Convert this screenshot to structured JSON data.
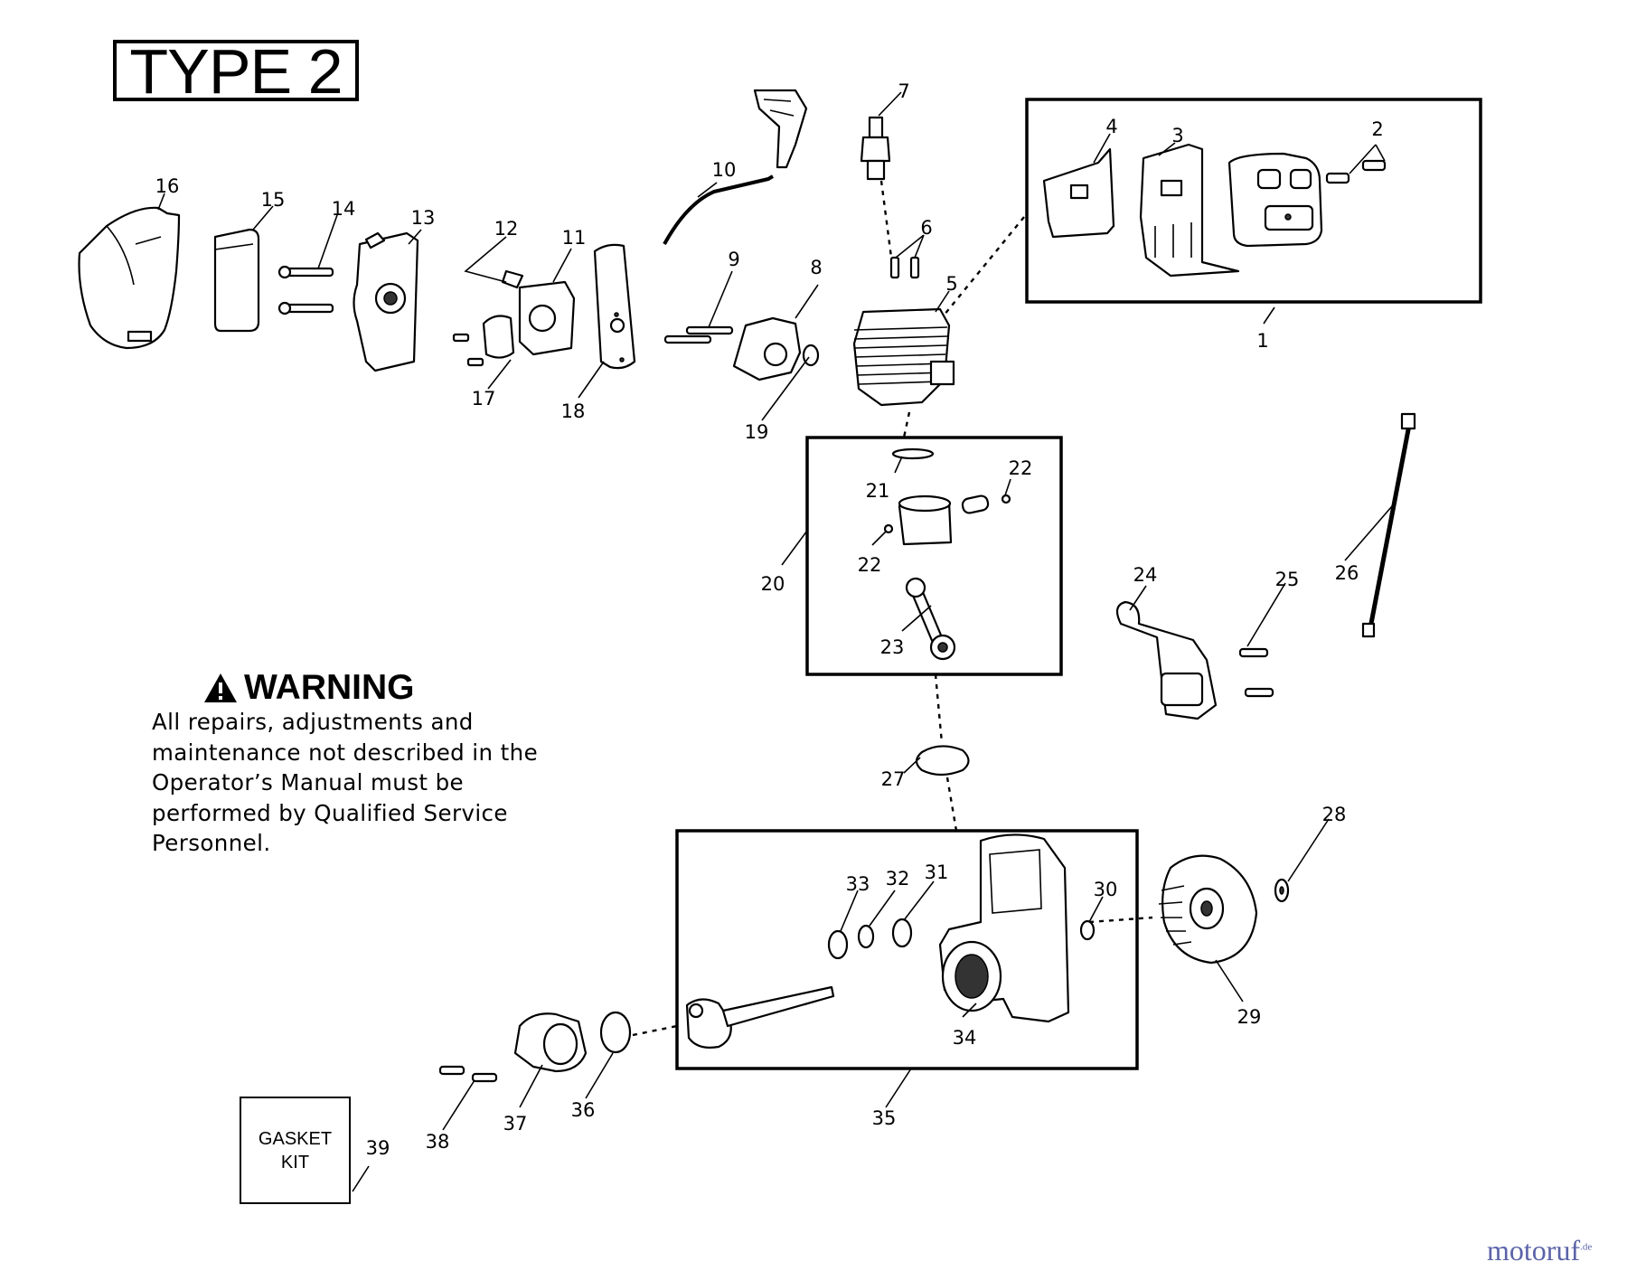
{
  "title": "TYPE 2",
  "warning": {
    "heading": "WARNING",
    "body": "All repairs, adjustments and maintenance not described in the Operator’s Manual must be performed by Qualified Service Personnel."
  },
  "gasket_kit": "GASKET\nKIT",
  "watermark": {
    "name": "motoruf",
    "suffix": ".de"
  },
  "callouts": {
    "c1": "1",
    "c2": "2",
    "c3": "3",
    "c4": "4",
    "c5": "5",
    "c6": "6",
    "c7": "7",
    "c8": "8",
    "c9": "9",
    "c10": "10",
    "c11": "11",
    "c12": "12",
    "c13": "13",
    "c14": "14",
    "c15": "15",
    "c16": "16",
    "c17": "17",
    "c18": "18",
    "c19": "19",
    "c20": "20",
    "c21": "21",
    "c22a": "22",
    "c22b": "22",
    "c23": "23",
    "c24": "24",
    "c25": "25",
    "c26": "26",
    "c27": "27",
    "c28": "28",
    "c29": "29",
    "c30": "30",
    "c31": "31",
    "c32": "32",
    "c33": "33",
    "c34": "34",
    "c35": "35",
    "c36": "36",
    "c37": "37",
    "c38": "38",
    "c39": "39"
  },
  "icons": {
    "warning": "warning-triangle-icon"
  }
}
